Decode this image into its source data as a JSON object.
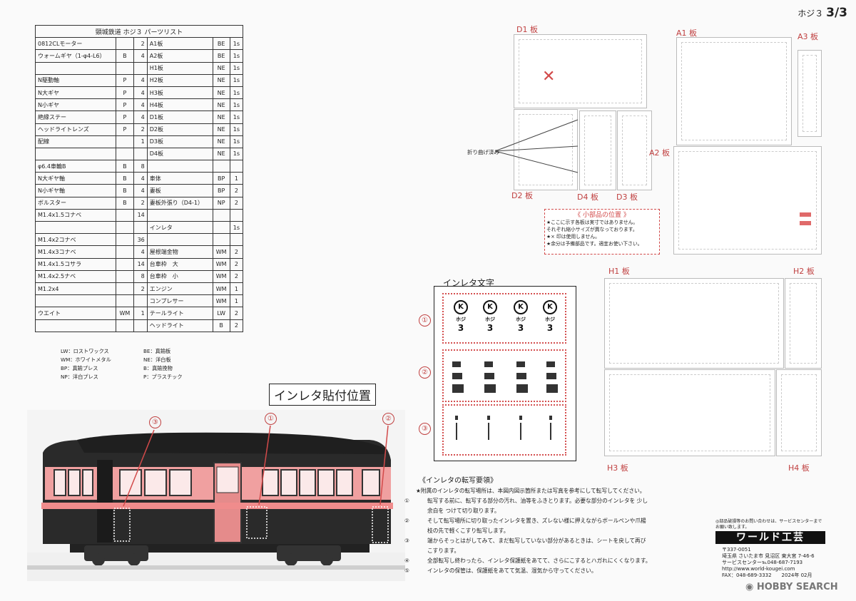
{
  "page": {
    "label": "ホジ３",
    "number": "3/3"
  },
  "table": {
    "title": "頸城鉄道 ホジ３ パーツリスト",
    "rows": [
      [
        "0812CLモーター",
        "",
        "2",
        "A1板",
        "BE",
        "1s"
      ],
      [
        "ウォームギヤ（1-φ4-L6）",
        "B",
        "4",
        "A2板",
        "BE",
        "1s"
      ],
      [
        "",
        "",
        "",
        "H1板",
        "NE",
        "1s"
      ],
      [
        "N駆動軸",
        "P",
        "4",
        "H2板",
        "NE",
        "1s"
      ],
      [
        "N大ギヤ",
        "P",
        "4",
        "H3板",
        "NE",
        "1s"
      ],
      [
        "N小ギヤ",
        "P",
        "4",
        "H4板",
        "NE",
        "1s"
      ],
      [
        "絶縁ステー",
        "P",
        "4",
        "D1板",
        "NE",
        "1s"
      ],
      [
        "ヘッドライトレンズ",
        "P",
        "2",
        "D2板",
        "NE",
        "1s"
      ],
      [
        "配線",
        "",
        "1",
        "D3板",
        "NE",
        "1s"
      ],
      [
        "",
        "",
        "",
        "D4板",
        "NE",
        "1s"
      ],
      [
        "φ6.4車輪B",
        "B",
        "8",
        "",
        "",
        ""
      ],
      [
        "N大ギヤ軸",
        "B",
        "4",
        "車体",
        "BP",
        "1"
      ],
      [
        "N小ギヤ軸",
        "B",
        "4",
        "妻板",
        "BP",
        "2"
      ],
      [
        "ボルスター",
        "B",
        "2",
        "妻板外張り（D4-1）",
        "NP",
        "2"
      ],
      [
        "M1.4x1.5コナベ",
        "",
        "14",
        "",
        "",
        ""
      ],
      [
        "",
        "",
        "",
        "インレタ",
        "",
        "1s"
      ],
      [
        "M1.4x2コナベ",
        "",
        "36",
        "",
        "",
        ""
      ],
      [
        "M1.4x3コナベ",
        "",
        "4",
        "屋根端金物",
        "WM",
        "2"
      ],
      [
        "M1.4x1.5コサラ",
        "",
        "14",
        "台車枠　大",
        "WM",
        "2"
      ],
      [
        "M1.4x2.5ナベ",
        "",
        "8",
        "台車枠　小",
        "WM",
        "2"
      ],
      [
        "M1.2x4",
        "",
        "2",
        "エンジン",
        "WM",
        "1"
      ],
      [
        "",
        "",
        "",
        "コンプレサー",
        "WM",
        "1"
      ],
      [
        "ウエイト",
        "WM",
        "1",
        "テールライト",
        "LW",
        "2"
      ],
      [
        "",
        "",
        "",
        "ヘッドライト",
        "B",
        "2"
      ]
    ]
  },
  "legend": {
    "left": [
      "LW：ロストワックス",
      "WM：ホワイトメタル",
      "BP：真鍮プレス",
      "NP：洋白プレス"
    ],
    "right": [
      "BE：真鍮板",
      "NE：洋白板",
      "B：真鍮挽物",
      "P：プラスチック"
    ]
  },
  "placement": {
    "title": "インレタ貼付位置",
    "markers": [
      "③",
      "①",
      "②"
    ]
  },
  "inletter": {
    "title": "インレタ文字",
    "row_numbers": [
      "①",
      "②",
      "③"
    ],
    "k_letter": "K",
    "hoji": "ホジ",
    "three": "3"
  },
  "sheets": {
    "D1": "D1 板",
    "A1": "A1 板",
    "A3": "A3 板",
    "A2": "A2 板",
    "D2": "D2 板",
    "D4": "D4 板",
    "D3": "D3 板",
    "H1": "H1 板",
    "H2": "H2 板",
    "H3": "H3 板",
    "H4": "H4 板",
    "fold_label": "折り曲げ済み"
  },
  "small_parts": {
    "title": "《 小部品の位置 》",
    "lines": [
      "★ここに示す各板は実寸ではありません。",
      "それぞれ縮小サイズが異なっております。",
      "★× 印は使用しません。",
      "★余分は予備部品です。適宜お使い下さい。"
    ]
  },
  "instructions": {
    "title": "《インレタの転写要領》",
    "intro": "★附属のインレタの転写場所は、本図内図示箇所または写真を参考にして転写してください。",
    "steps": [
      {
        "n": "①",
        "text": "転写する前に、転写する部分の汚れ、油等をふきとります。必要な部分のインレタを 少し余白を つけて切り取ります。"
      },
      {
        "n": "②",
        "text": "そして転写場所に切り取ったインレタを置き、ズレない様に押えながらボールペンや爪楊枝の先で軽くこすり転写します。"
      },
      {
        "n": "③",
        "text": "端からそっとはがしてみて、まだ転写していない部分があるときは、シートを戻して再びこすります。"
      },
      {
        "n": "④",
        "text": "全部転写し終わったら、インレタ保護紙をあてて、さらにこするとハガれにくくなります。"
      },
      {
        "n": "⑤",
        "text": "インレタの保管は、保護紙をあてて気温、湿気から守ってください。"
      }
    ]
  },
  "company": {
    "note": "◎部品破損等のお問い合わせは、サービスセンターまでお願い致します。",
    "name": "ワールド工芸",
    "lines": [
      "〒337-0051",
      "埼玉県 さいたま市 見沼区 東大宮 7-46-6",
      "サービスセンター℡048-687-7193",
      "http://www.world-kougei.com",
      "FAX：048-689-3332　　2024年 02月"
    ]
  },
  "watermark": {
    "brand": "HOBBY SEARCH"
  }
}
